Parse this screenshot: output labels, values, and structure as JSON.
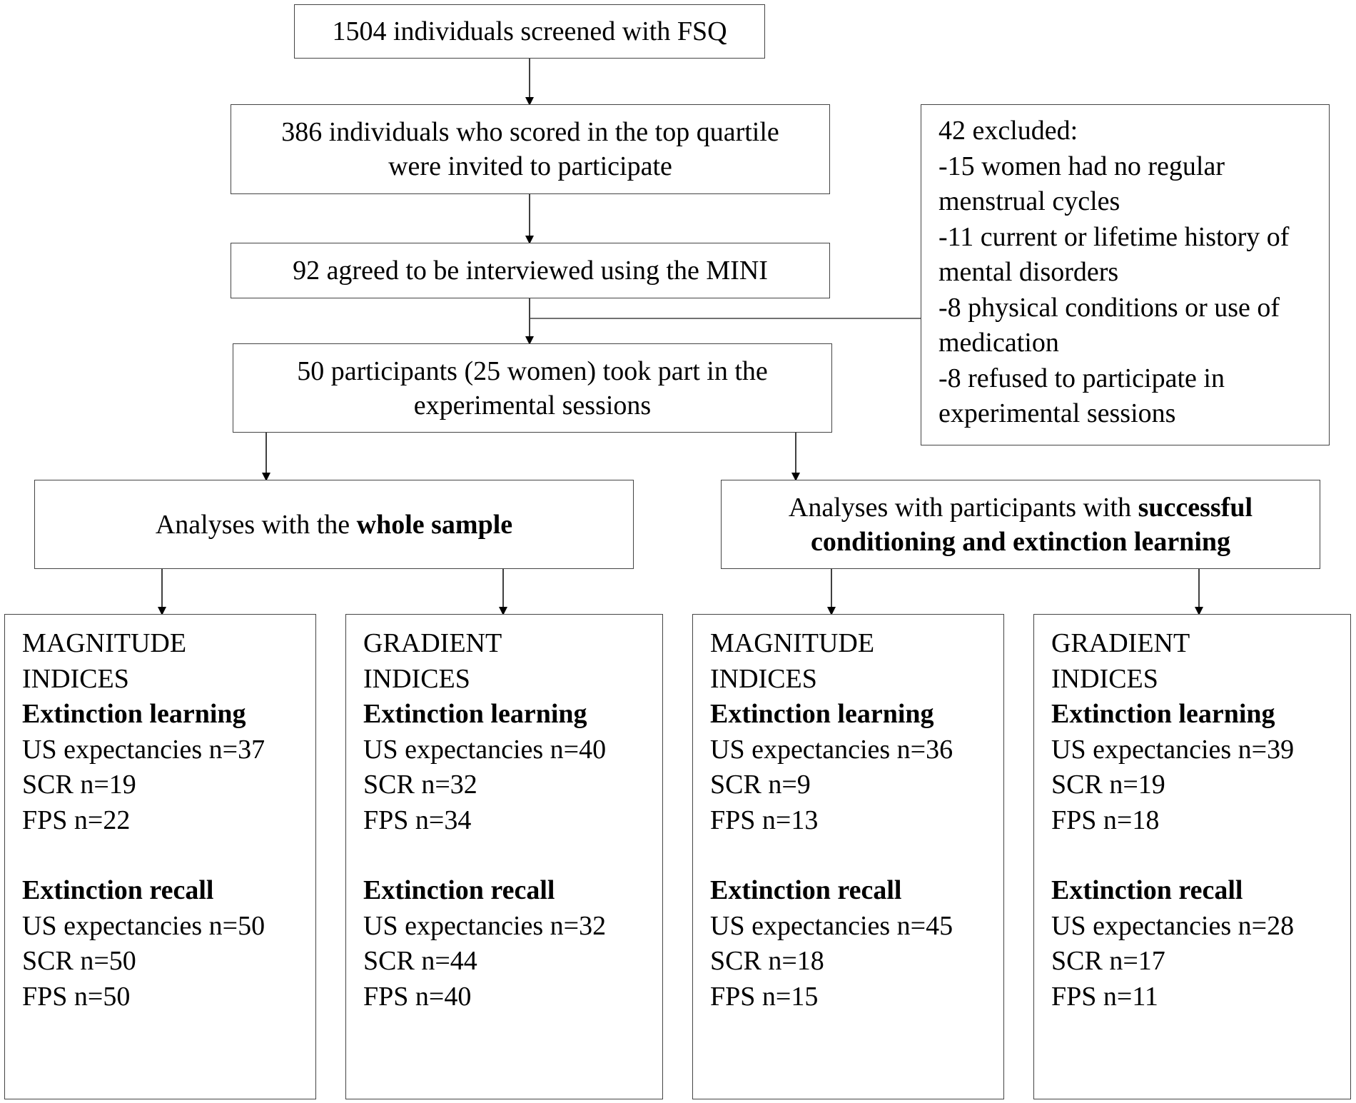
{
  "nodes": {
    "screened": "1504 individuals screened with FSQ",
    "invited": [
      "386 individuals who scored in the top quartile",
      "were invited to participate"
    ],
    "interviewed": "92 agreed to be interviewed using the MINI",
    "participants": [
      "50 participants (25 women) took part in the",
      "experimental sessions"
    ],
    "excluded": [
      "42 excluded:",
      "-15 women had no regular",
      "menstrual cycles",
      "-11 current or lifetime history of",
      "mental disorders",
      "-8 physical conditions or use of",
      "medication",
      "-8 refused to participate in",
      "experimental sessions"
    ],
    "whole": {
      "prefix": "Analyses with the ",
      "bold": "whole sample"
    },
    "successful": {
      "prefix": "Analyses with participants with ",
      "bold1": "successful",
      "bold2": "conditioning and extinction learning"
    }
  },
  "panels": [
    {
      "title": [
        "MAGNITUDE",
        "INDICES"
      ],
      "learning_heading": "Extinction learning",
      "learning": [
        "US expectancies n=37",
        "SCR n=19",
        "FPS n=22"
      ],
      "recall_heading": "Extinction recall",
      "recall": [
        "US expectancies n=50",
        "SCR n=50",
        "FPS n=50"
      ]
    },
    {
      "title": [
        "GRADIENT",
        "INDICES"
      ],
      "learning_heading": "Extinction learning",
      "learning": [
        "US expectancies n=40",
        "SCR n=32",
        "FPS n=34"
      ],
      "recall_heading": "Extinction recall",
      "recall": [
        "US expectancies n=32",
        "SCR n=44",
        "FPS n=40"
      ]
    },
    {
      "title": [
        "MAGNITUDE",
        "INDICES"
      ],
      "learning_heading": "Extinction learning",
      "learning": [
        "US expectancies n=36",
        "SCR n=9",
        "FPS n=13"
      ],
      "recall_heading": "Extinction recall",
      "recall": [
        "US expectancies n=45",
        "SCR n=18",
        "FPS n=15"
      ]
    },
    {
      "title": [
        "GRADIENT",
        "INDICES"
      ],
      "learning_heading": "Extinction learning",
      "learning": [
        "US expectancies n=39",
        "SCR n=19",
        "FPS n=18"
      ],
      "recall_heading": "Extinction recall",
      "recall": [
        "US expectancies n=28",
        "SCR n=17",
        "FPS n=11"
      ]
    }
  ]
}
